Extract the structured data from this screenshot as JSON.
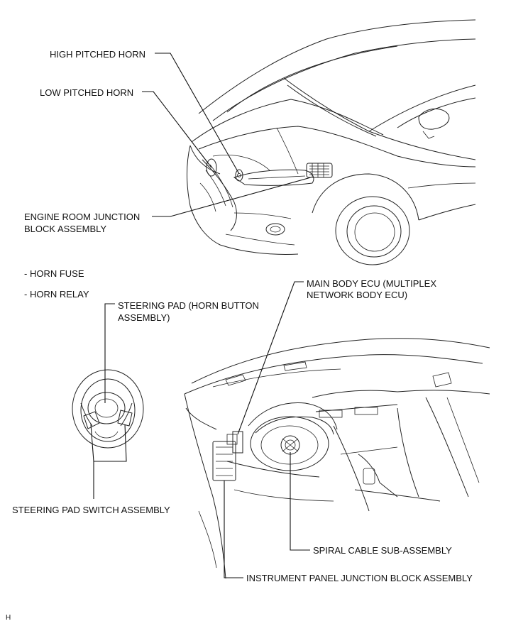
{
  "labels": {
    "high_pitched_horn": "HIGH PITCHED HORN",
    "low_pitched_horn": "LOW PITCHED HORN",
    "engine_room_jb_1": "ENGINE ROOM JUNCTION",
    "engine_room_jb_2": "BLOCK ASSEMBLY",
    "horn_fuse": "- HORN FUSE",
    "horn_relay": "- HORN RELAY",
    "steering_pad_1": "STEERING PAD (HORN BUTTON",
    "steering_pad_2": "ASSEMBLY)",
    "main_body_ecu_1": "MAIN BODY ECU (MULTIPLEX",
    "main_body_ecu_2": "NETWORK BODY ECU)",
    "steering_pad_switch": "STEERING PAD SWITCH ASSEMBLY",
    "spiral_cable": "SPIRAL CABLE SUB-ASSEMBLY",
    "instrument_panel_jb": "INSTRUMENT PANEL JUNCTION BLOCK ASSEMBLY",
    "corner_code": "H"
  }
}
